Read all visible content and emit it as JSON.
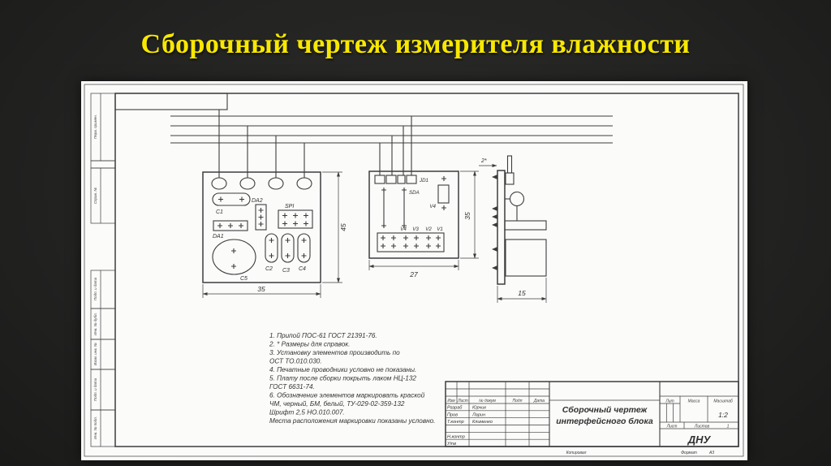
{
  "slide": {
    "title": "Сборочный чертеж измерителя влажности",
    "title_color": "#f8e800",
    "background_color": "#232322",
    "sheet_color": "#fbfbfa"
  },
  "drawing": {
    "labels": {
      "c1": "C1",
      "da2": "DA2",
      "spi": "SPI",
      "da1": "DA1",
      "c5": "C5",
      "c2": "C2",
      "c3": "C3",
      "c4": "C4",
      "jd1": "JD1",
      "v4_comp": "V4",
      "sda": "SDA",
      "v4": "V4",
      "v3": "V3",
      "v2": "V2",
      "v1": "V1"
    },
    "dims": {
      "main_w": "35",
      "main_h": "45",
      "sensor_w": "27",
      "sensor_h": "35",
      "side_w": "15",
      "pin_offset": "2*"
    },
    "notes": [
      "1. Припой ПОС-61 ГОСТ 21391-76.",
      "2. * Размеры для справок.",
      "3. Установку элементов производить по",
      "ОСТ ТО.010.030.",
      "4. Печатные проводники условно не показаны.",
      "5. Плату после сборки покрыть лаком НЦ-132",
      "ГОСТ 6631-74.",
      "6. Обозначение элементов маркировать краской",
      "ЧМ, черный, БМ, белый, ТУ-029-02-359-132",
      "Шрифт 2,5 НО.010.007.",
      "Места расположения маркировки показаны условно."
    ],
    "margin": [
      "Перв. примен.",
      "Справ. №",
      "Подп. и дата",
      "Инв. № дубл.",
      "Взам. инв. №",
      "Подп. и дата",
      "Инв. № подл."
    ],
    "title_block": {
      "cols": [
        "Изм",
        "Лист",
        "№ докум",
        "Подп",
        "Дата"
      ],
      "roles": [
        {
          "label": "Разраб",
          "name": "Юрчик"
        },
        {
          "label": "Пров",
          "name": "Ларин"
        },
        {
          "label": "Т.контр",
          "name": "Клименко"
        },
        {
          "label": "Н.контр",
          "name": ""
        },
        {
          "label": "Утв",
          "name": ""
        }
      ],
      "title_lines": [
        "Сборочный чертеж",
        "интерфейсного блока"
      ],
      "lit_label": "Лит",
      "mass_label": "Масса",
      "scale_label": "Масштаб",
      "scale_value": "1:2",
      "sheet_label": "Лист",
      "sheets_label": "Листов",
      "sheets_value": "1",
      "org": "ДНУ",
      "copied_label": "Копировал",
      "format_label": "Формат",
      "format_value": "А3"
    }
  }
}
